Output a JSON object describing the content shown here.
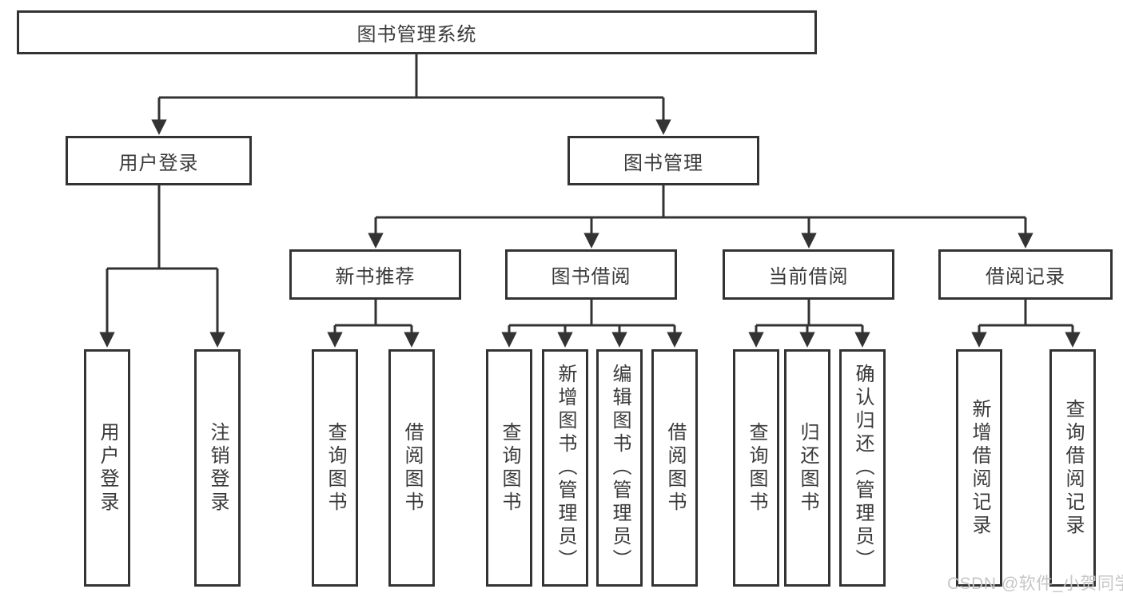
{
  "diagram": {
    "title": "图书管理系统",
    "root": {
      "label": "图书管理系统"
    },
    "branches": [
      {
        "label": "用户登录",
        "children": [
          {
            "label": "用户登录"
          },
          {
            "label": "注销登录"
          }
        ]
      },
      {
        "label": "图书管理",
        "children": [
          {
            "label": "新书推荐",
            "children": [
              {
                "label": "查询图书"
              },
              {
                "label": "借阅图书"
              }
            ]
          },
          {
            "label": "图书借阅",
            "children": [
              {
                "label": "查询图书"
              },
              {
                "label": "新增图书（管理员）"
              },
              {
                "label": "编辑图书（管理员）"
              },
              {
                "label": "借阅图书"
              }
            ]
          },
          {
            "label": "当前借阅",
            "children": [
              {
                "label": "查询图书"
              },
              {
                "label": "归还图书"
              },
              {
                "label": "确认归还（管理员）"
              }
            ]
          },
          {
            "label": "借阅记录",
            "children": [
              {
                "label": "新增借阅记录"
              },
              {
                "label": "查询借阅记录"
              }
            ]
          }
        ]
      }
    ]
  },
  "watermark": {
    "text": "CSDN @软件_小贺同学"
  },
  "colors": {
    "background": "#ffffff",
    "box_border": "#333333",
    "line": "#333333",
    "text": "#3a3a3a",
    "watermark": "#c6c6c6"
  }
}
